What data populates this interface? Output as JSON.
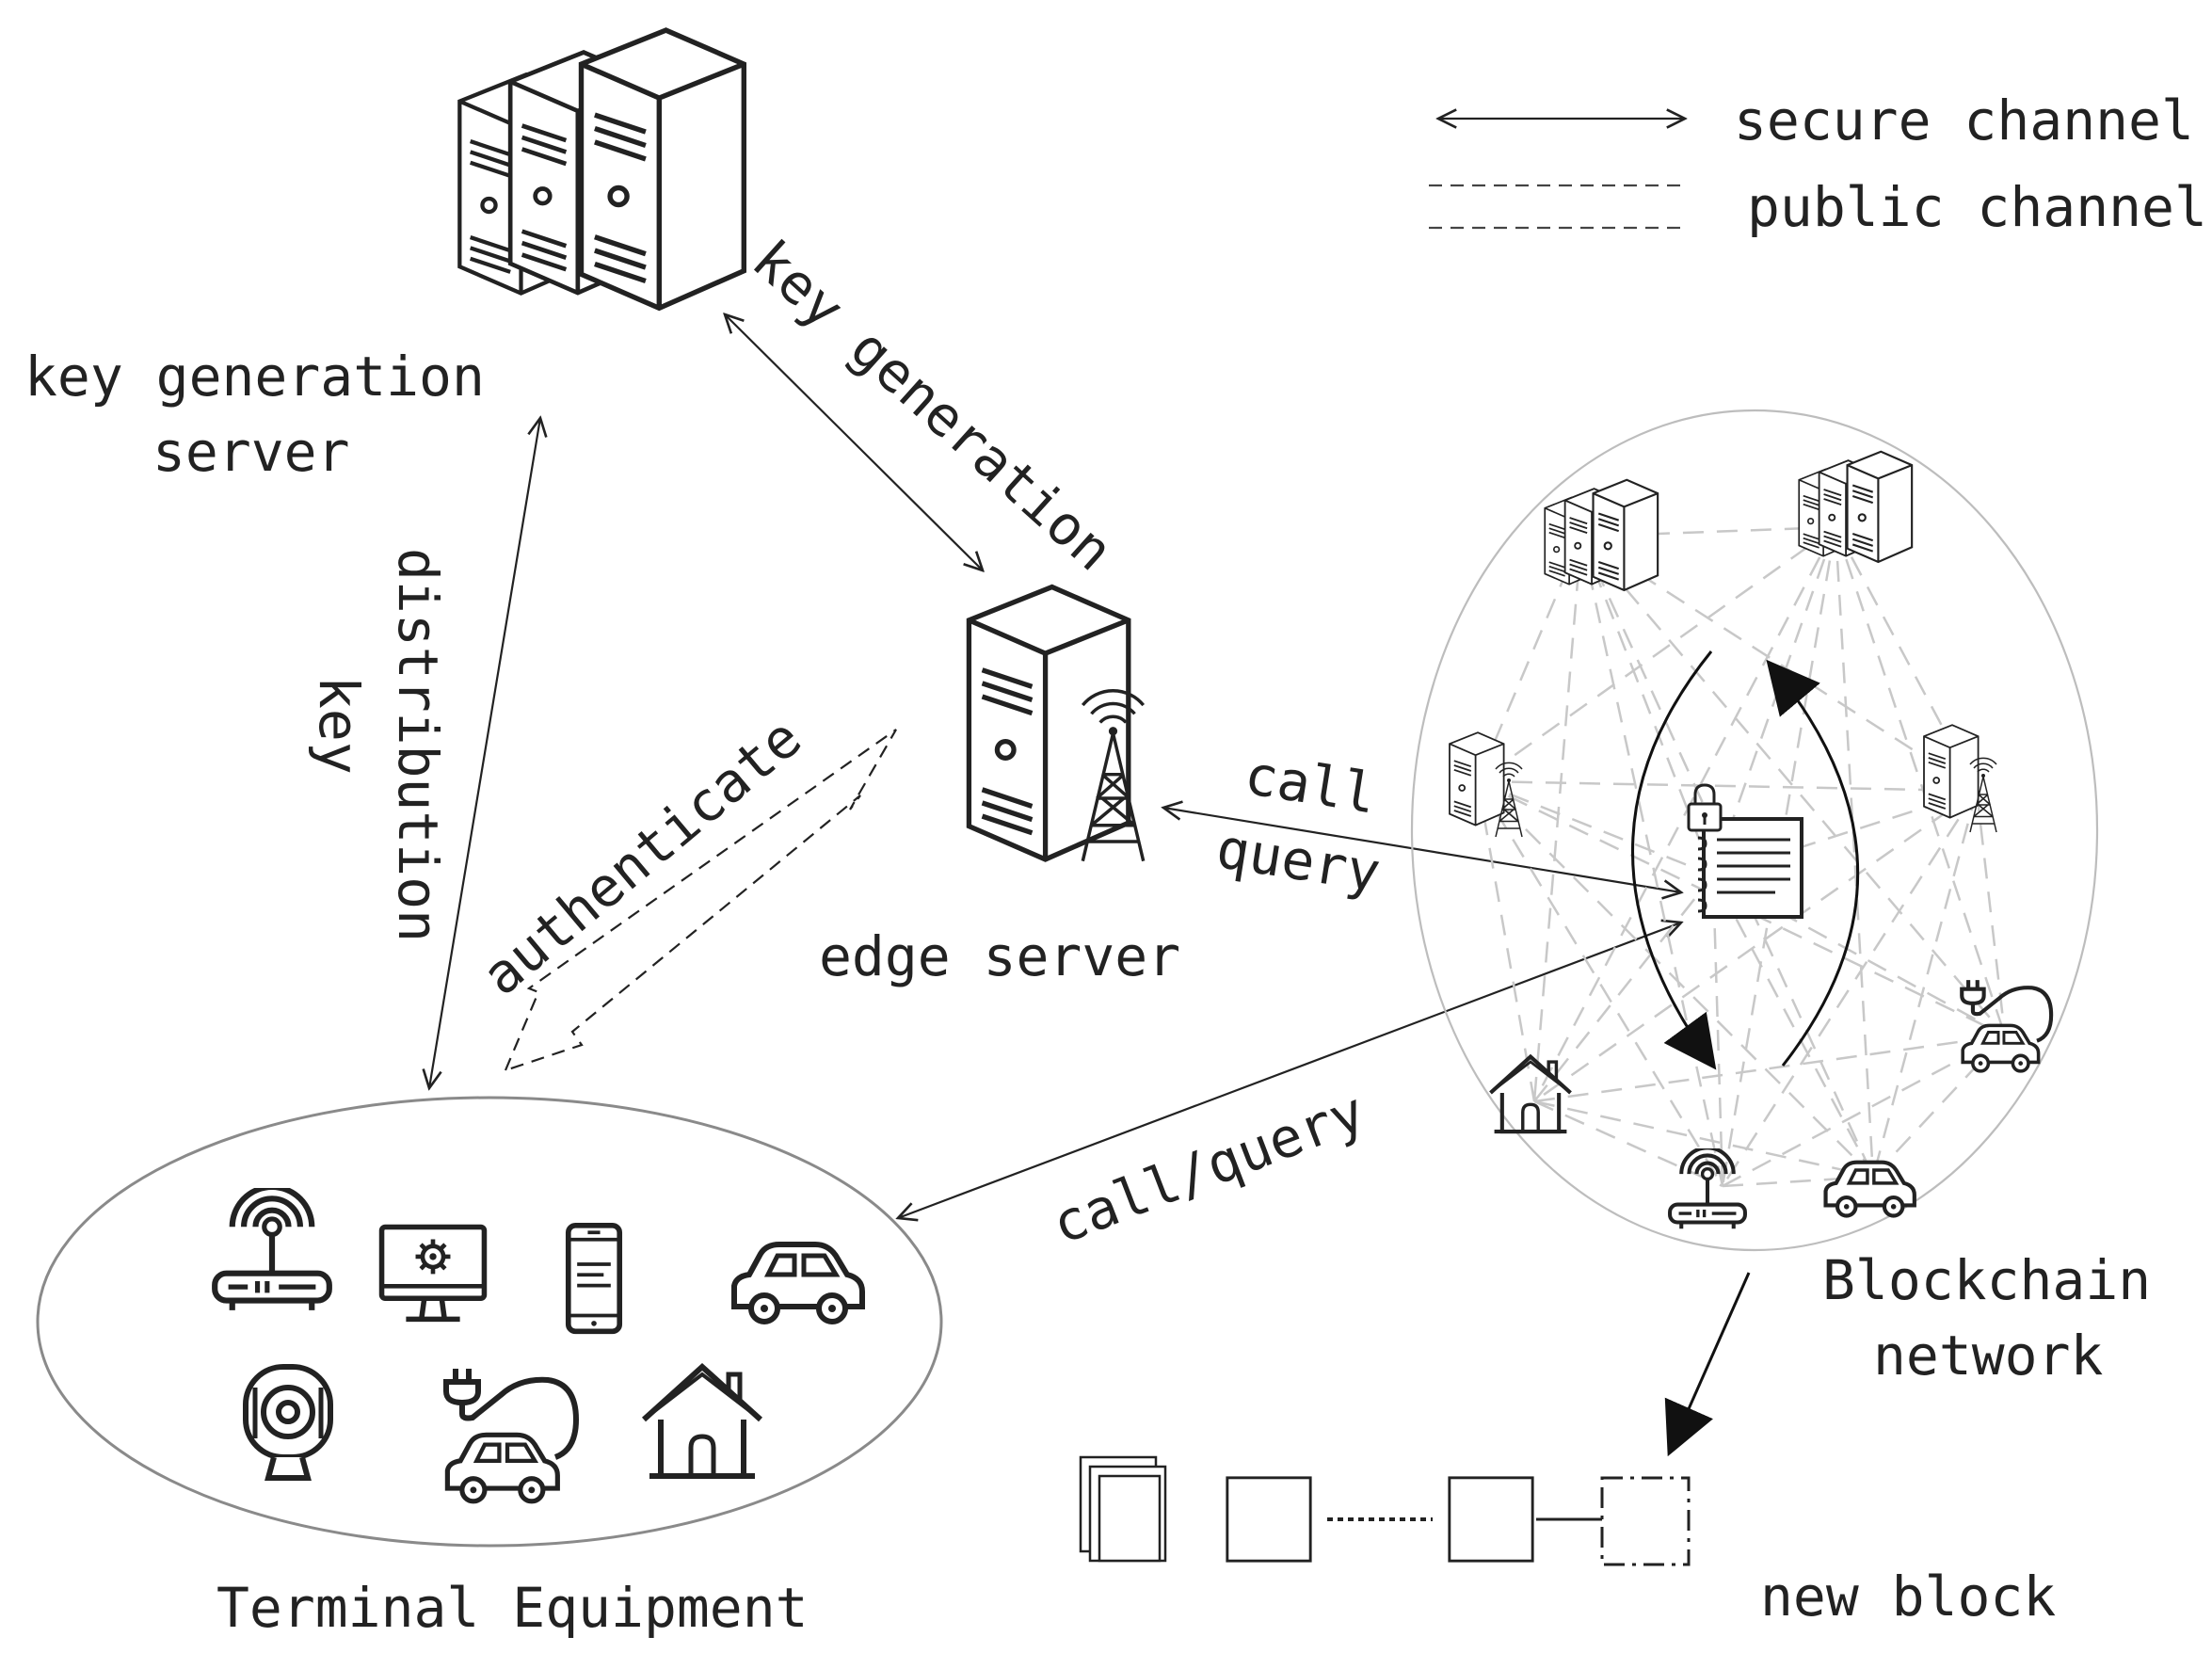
{
  "legend": {
    "secure_channel": "secure channel",
    "public_channel": "public channel"
  },
  "nodes": {
    "key_generation_server": [
      "key generation",
      "server"
    ],
    "edge_server": "edge server",
    "terminal_equipment": "Terminal Equipment",
    "blockchain_network": [
      "Blockchain",
      "network"
    ],
    "new_block": "new block"
  },
  "edges": {
    "key_generation": "key generation",
    "distribution_key": [
      "distribution",
      "key"
    ],
    "authenticate": "authenticate",
    "call_query_edge": [
      "call",
      "query"
    ],
    "call_query_terminal": "call/query"
  },
  "icons": {
    "terminal": [
      "router-icon",
      "monitor-gear-icon",
      "smartphone-icon",
      "car-icon",
      "webcam-icon",
      "ev-charging-car-icon",
      "house-icon"
    ],
    "blockchain": [
      "server-stack-icon",
      "server-tower-icon",
      "ledger-lock-icon",
      "house-icon",
      "router-icon",
      "car-icon",
      "ev-charging-car-icon"
    ]
  },
  "colors": {
    "ink": "#222222",
    "mesh": "#c8c8c8",
    "ellipse": "#999999"
  }
}
